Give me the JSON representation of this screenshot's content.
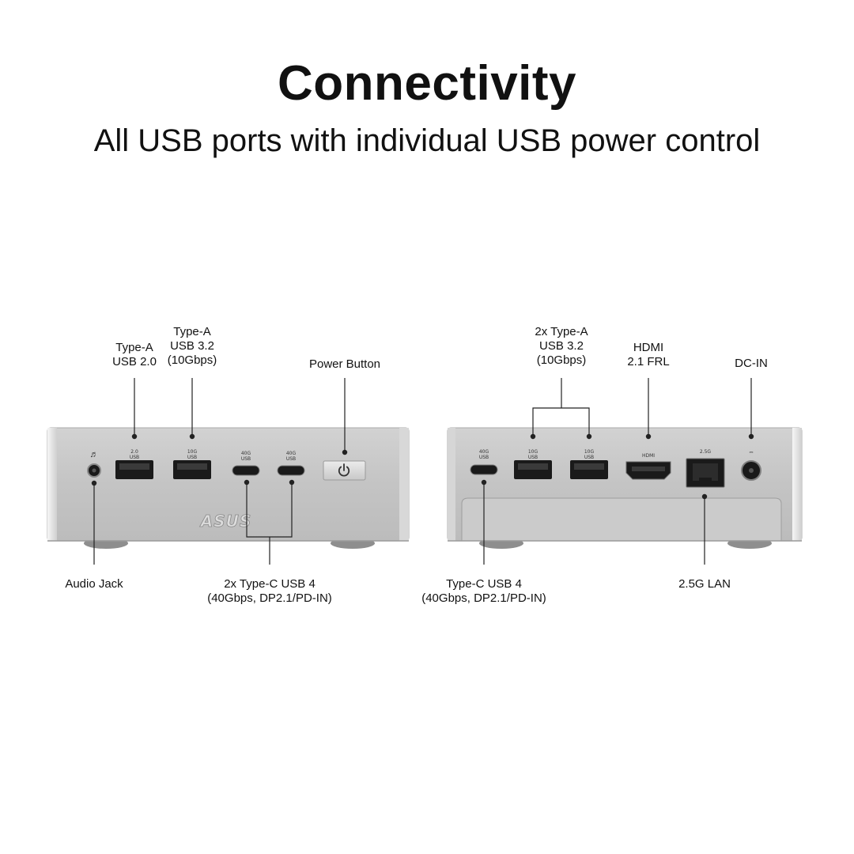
{
  "header": {
    "title": "Connectivity",
    "subtitle": "All USB ports with individual USB power control"
  },
  "front_panel": {
    "labels": {
      "type_a_usb2": "Type-A\nUSB 2.0",
      "type_a_usb32": "Type-A\nUSB 3.2\n(10Gbps)",
      "power_button": "Power Button",
      "audio_jack": "Audio Jack",
      "type_c_usb4": "2x Type-C USB 4\n(40Gbps, DP2.1/PD-IN)"
    },
    "port_marks": {
      "usb2": "2.0\nUSB",
      "usb10g": "10G\nUSB",
      "usbc_a": "40G\nUSB",
      "usbc_b": "40G\nUSB"
    },
    "logo": "ASUS"
  },
  "rear_panel": {
    "labels": {
      "type_a_usb32": "2x Type-A\nUSB 3.2\n(10Gbps)",
      "hdmi": "HDMI\n2.1 FRL",
      "dc_in": "DC-IN",
      "type_c_usb4": "Type-C USB 4\n(40Gbps, DP2.1/PD-IN)",
      "lan": "2.5G LAN"
    },
    "port_marks": {
      "usbc": "40G\nUSB",
      "usb10g_a": "10G\nUSB",
      "usb10g_b": "10G\nUSB",
      "hdmi": "HDMI",
      "lan": "2.5G"
    }
  },
  "colors": {
    "chassis": "#c4c4c4",
    "port": "#1a1a1a",
    "feet": "#8e8e8e"
  }
}
